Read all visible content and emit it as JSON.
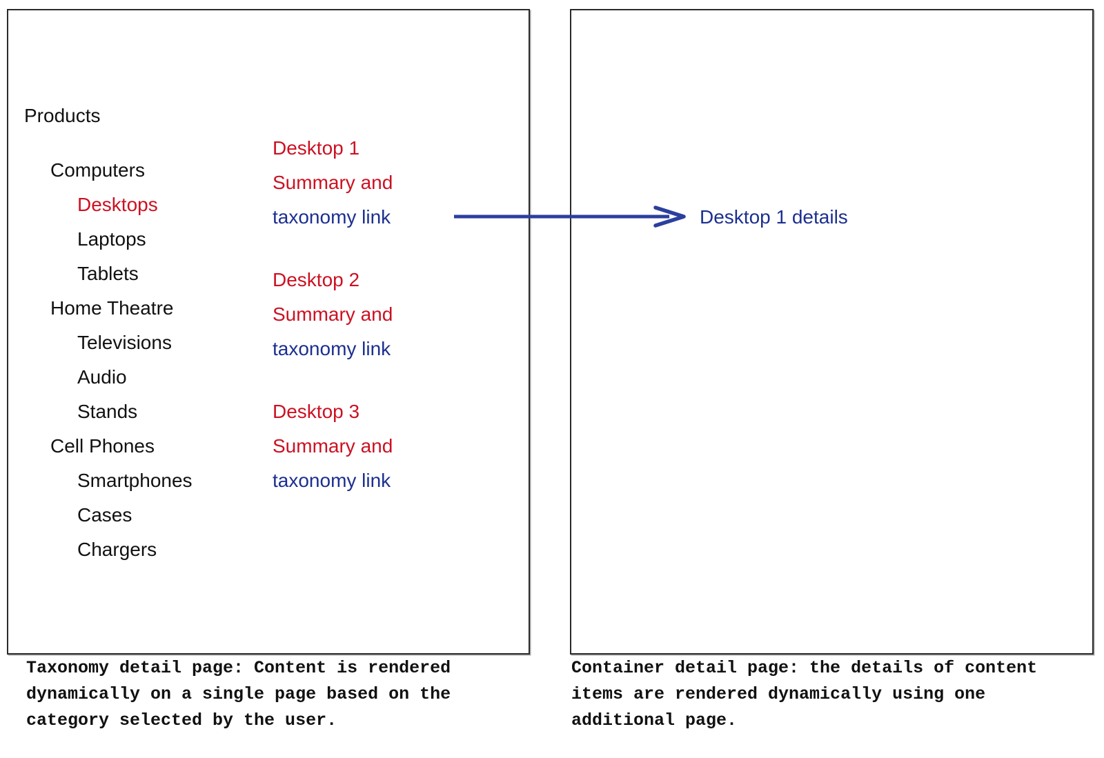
{
  "palette": {
    "highlight_red": "#cc1122",
    "link_navy": "#1c2f90",
    "arrow_blue": "#2b3f9e",
    "text_black": "#111111",
    "panel_border": "#2a2a2a"
  },
  "taxonomy_panel": {
    "tree": [
      {
        "label": "Products",
        "level": 0,
        "selected": false
      },
      {
        "label": "Computers",
        "level": 1,
        "selected": false
      },
      {
        "label": "Desktops",
        "level": 2,
        "selected": true
      },
      {
        "label": "Laptops",
        "level": 2,
        "selected": false
      },
      {
        "label": "Tablets",
        "level": 2,
        "selected": false
      },
      {
        "label": "Home Theatre",
        "level": 1,
        "selected": false
      },
      {
        "label": "Televisions",
        "level": 2,
        "selected": false
      },
      {
        "label": "Audio",
        "level": 2,
        "selected": false
      },
      {
        "label": "Stands",
        "level": 2,
        "selected": false
      },
      {
        "label": "Cell Phones",
        "level": 1,
        "selected": false
      },
      {
        "label": "Smartphones",
        "level": 2,
        "selected": false
      },
      {
        "label": "Cases",
        "level": 2,
        "selected": false
      },
      {
        "label": "Chargers",
        "level": 2,
        "selected": false
      }
    ],
    "teasers": [
      {
        "title": "Desktop 1",
        "summary_line": "Summary and",
        "link_line": "taxonomy link"
      },
      {
        "title": "Desktop 2",
        "summary_line": "Summary and",
        "link_line": "taxonomy link"
      },
      {
        "title": "Desktop 3",
        "summary_line": "Summary and",
        "link_line": "taxonomy link"
      }
    ],
    "caption": [
      "Taxonomy detail page: Content is rendered",
      "dynamically on a single page based on the",
      "category selected by the user."
    ]
  },
  "container_panel": {
    "detail_label": "Desktop 1 details",
    "caption": [
      "Container detail page: the details of content",
      "items are rendered dynamically using one",
      "additional page."
    ]
  }
}
